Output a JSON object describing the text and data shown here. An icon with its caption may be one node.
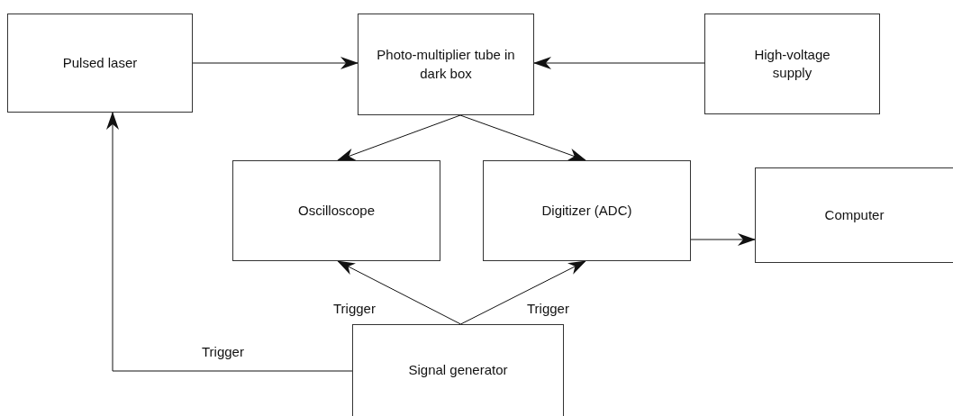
{
  "diagram": {
    "nodes": [
      {
        "text": [
          "Pulsed laser"
        ]
      },
      {
        "text": [
          "Photo-multiplier tube in dark box"
        ]
      },
      {
        "text": [
          "High-voltage supply"
        ]
      },
      {
        "text": [
          "Oscilloscope"
        ]
      },
      {
        "text": [
          "Digitizer (ADC)"
        ]
      },
      {
        "text": [
          "Computer"
        ]
      },
      {
        "text": [
          "Signal generator"
        ]
      }
    ],
    "edges": [
      {
        "from": 0,
        "to": 1,
        "arrow": "to"
      },
      {
        "from": 2,
        "to": 1,
        "arrow": "to"
      },
      {
        "from": 1,
        "to": 3,
        "arrow": "to"
      },
      {
        "from": 1,
        "to": 4,
        "arrow": "to"
      },
      {
        "from": 4,
        "to": 5,
        "arrow": "to"
      },
      {
        "from": 6,
        "to": 3,
        "arrow": "to",
        "label": "Trigger"
      },
      {
        "from": 6,
        "to": 4,
        "arrow": "to",
        "label": "Trigger"
      },
      {
        "from": 6,
        "to": 0,
        "arrow": "to",
        "label": "Trigger"
      }
    ]
  }
}
